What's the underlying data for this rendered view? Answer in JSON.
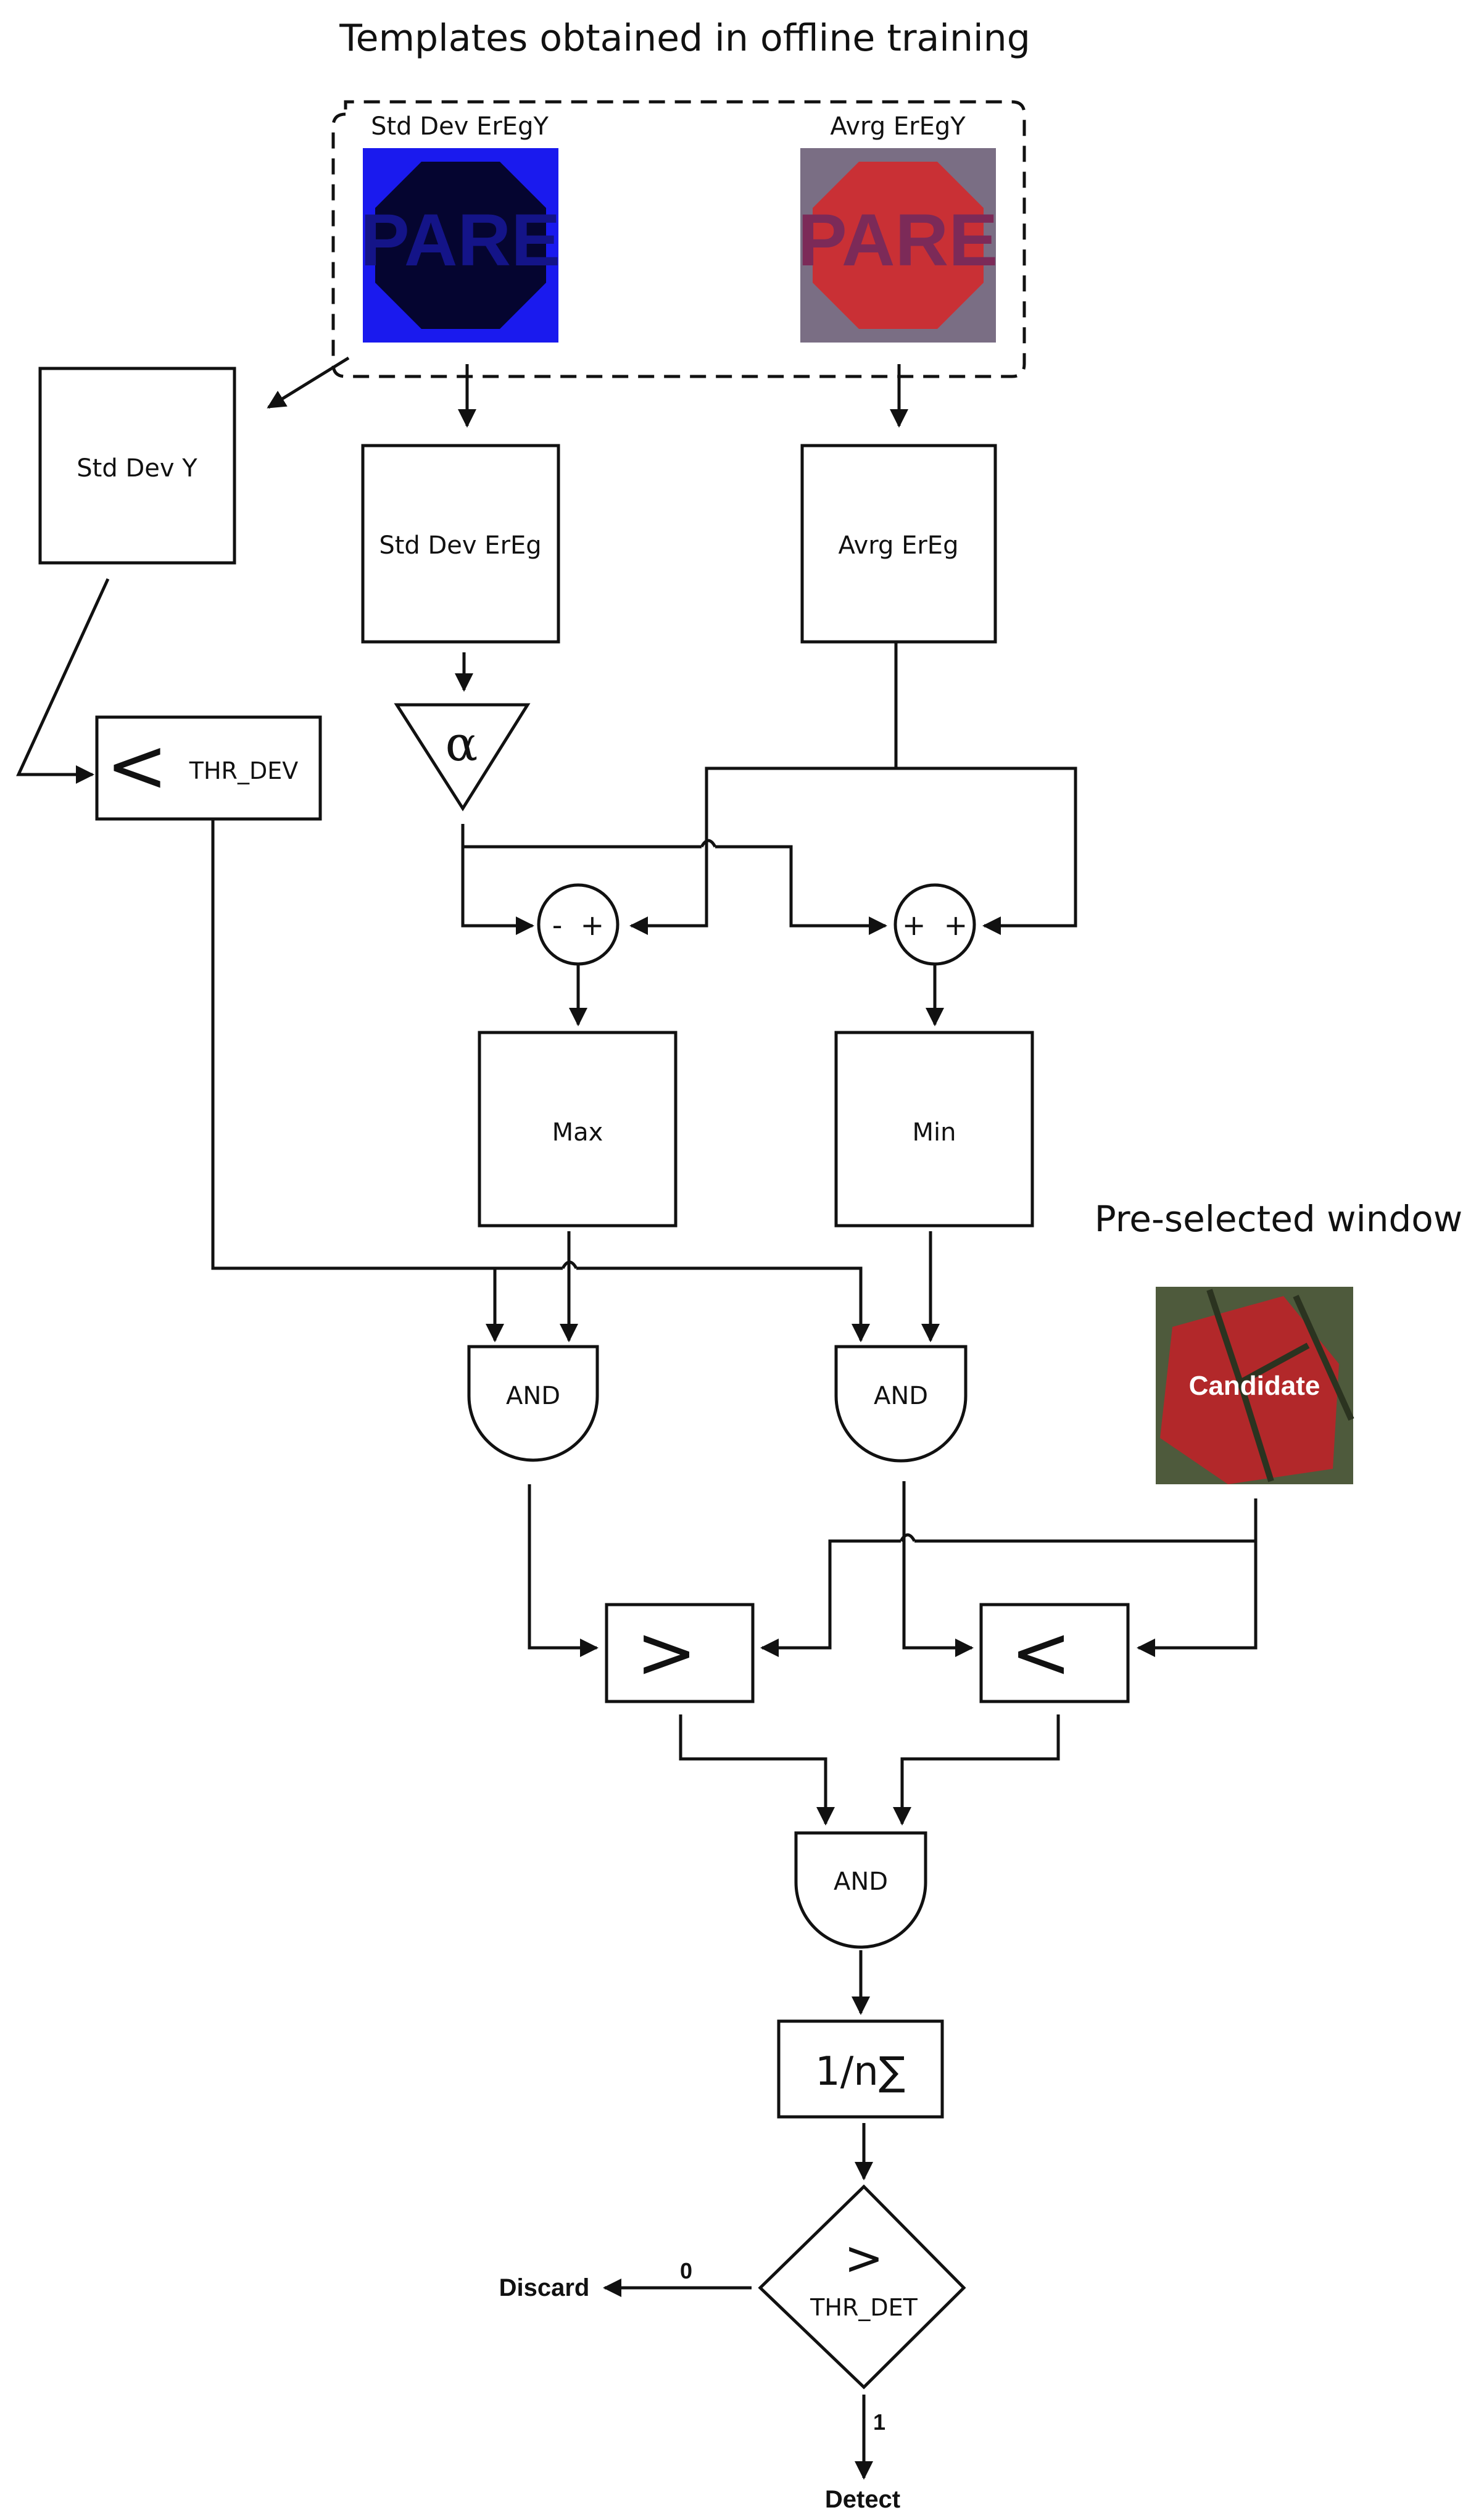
{
  "title": "Templates obtained in offline training",
  "templates": {
    "std_dev_image_label": "Std Dev ErEgY",
    "std_dev_image_text": "PARE",
    "avrg_image_label": "Avrg ErEgY",
    "avrg_image_text": "PARE"
  },
  "blocks": {
    "std_dev_y": "Std Dev Y",
    "std_dev_ereg": "Std Dev ErEg",
    "avrg_ereg": "Avrg ErEg",
    "alpha": "α",
    "less_thr_symbol": "<",
    "thr_dev": "THR_DEV",
    "sum_left_signs": "-  +",
    "sum_right_signs": "+  +",
    "max": "Max",
    "min": "Min",
    "and": "AND",
    "greater_symbol": ">",
    "less_symbol": "<",
    "mean_sum": "1/n∑",
    "thr_det": "THR_DET"
  },
  "window": {
    "label": "Pre-selected window",
    "candidate": "Candidate"
  },
  "outputs": {
    "discard": "Discard",
    "discard_value": "0",
    "detect": "Detect",
    "detect_value": "1"
  },
  "colors": {
    "std_dev_template_bg": "#1a1aee",
    "std_dev_template_octagon": "#050530",
    "avrg_template_bg": "#7a6e84",
    "avrg_template_octagon": "#c93035",
    "candidate_bg": "#4e5a3c",
    "candidate_sign": "#b2282a"
  }
}
